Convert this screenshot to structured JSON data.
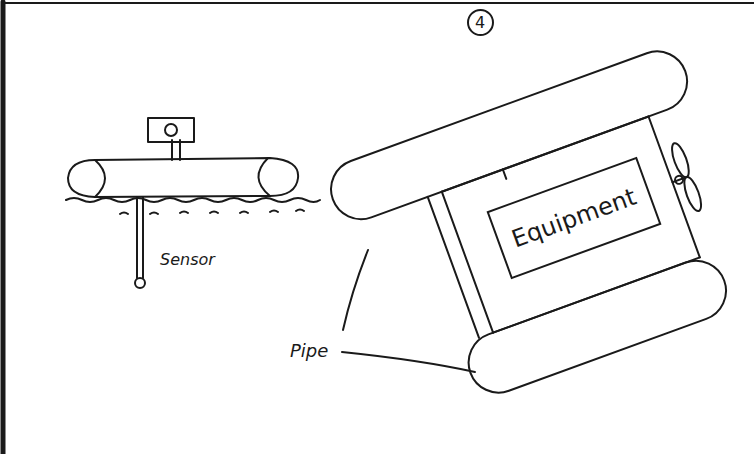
{
  "diagram": {
    "nodes": [
      {
        "text": [
          "4"
        ]
      },
      {
        "text": [
          "Equipment"
        ]
      }
    ],
    "labels": [
      "Sensor",
      "Pipe"
    ]
  }
}
